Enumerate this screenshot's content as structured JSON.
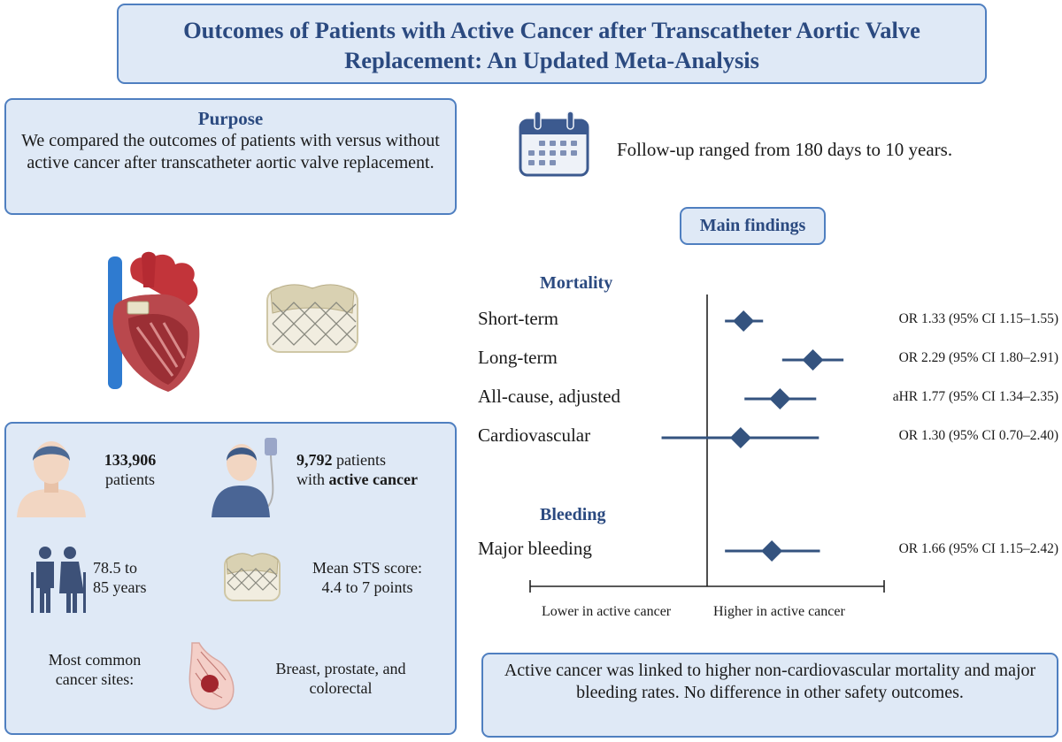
{
  "title": {
    "line1": "Outcomes of Patients with Active Cancer after Transcatheter Aortic Valve",
    "line2": "Replacement: An Updated Meta-Analysis"
  },
  "purpose": {
    "heading": "Purpose",
    "text": "We compared the outcomes of patients with versus without active cancer after transcatheter aortic valve replacement."
  },
  "followup": {
    "icon": "calendar-icon",
    "text": "Follow-up ranged from 180 days to 10 years."
  },
  "main_findings": {
    "label": "Main findings"
  },
  "stats": {
    "patients": {
      "number": "133,906",
      "text": "patients"
    },
    "cancer_patients": {
      "number": "9,792",
      "text1": "patients",
      "text2": "with",
      "bold": "active cancer"
    },
    "age": {
      "line1": "78.5 to",
      "line2": "85 years"
    },
    "sts": {
      "line1": "Mean STS score:",
      "line2": "4.4 to 7 points"
    },
    "cancer_sites": {
      "label_line1": "Most common",
      "label_line2": "cancer sites:",
      "value_line1": "Breast, prostate, and",
      "value_line2": "colorectal"
    }
  },
  "conclusion": {
    "text": "Active cancer was linked to higher non-cardiovascular mortality and major bleeding rates. No difference in other safety outcomes."
  },
  "colors": {
    "box_fill": "#dfe9f6",
    "box_border": "#4f7fc0",
    "heading": "#2b4a80",
    "marker": "#34537f"
  },
  "chart_data": {
    "type": "forest",
    "null_value": 1,
    "xlim": [
      0.25,
      4
    ],
    "scale": "log",
    "xlabel_left": "Lower in active cancer",
    "xlabel_right": "Higher in active cancer",
    "sections": [
      {
        "name": "Mortality",
        "rows": [
          {
            "label": "Short-term",
            "estimate": 1.33,
            "lower": 1.15,
            "upper": 1.55,
            "text": "OR 1.33 (95% CI 1.15–1.55)"
          },
          {
            "label": "Long-term",
            "estimate": 2.29,
            "lower": 1.8,
            "upper": 2.91,
            "text": "OR 2.29 (95% CI 1.80–2.91)"
          },
          {
            "label": "All-cause, adjusted",
            "estimate": 1.77,
            "lower": 1.34,
            "upper": 2.35,
            "text": "aHR 1.77 (95% CI 1.34–2.35)"
          },
          {
            "label": "Cardiovascular",
            "estimate": 1.3,
            "lower": 0.7,
            "upper": 2.4,
            "text": "OR 1.30 (95% CI 0.70–2.40)"
          }
        ]
      },
      {
        "name": "Bleeding",
        "rows": [
          {
            "label": "Major bleeding",
            "estimate": 1.66,
            "lower": 1.15,
            "upper": 2.42,
            "text": "OR 1.66 (95% CI 1.15–2.42)"
          }
        ]
      }
    ]
  }
}
